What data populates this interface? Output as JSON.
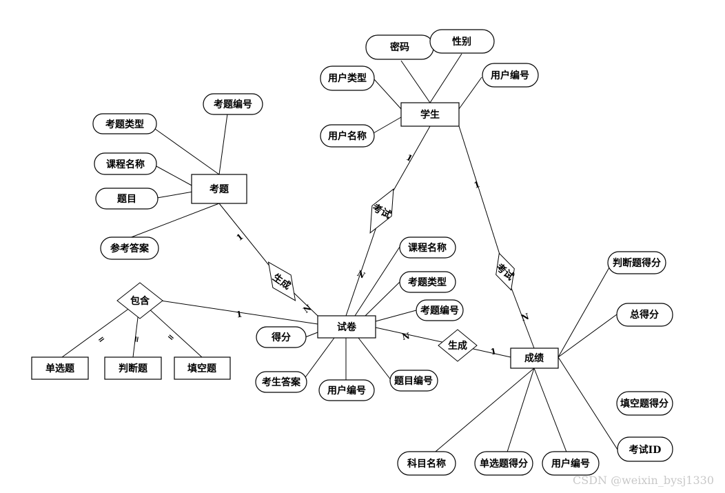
{
  "entities": {
    "student": "学生",
    "question": "考题",
    "paper": "试卷",
    "score": "成绩",
    "single_choice": "单选题",
    "judgment": "判断题",
    "fill_blank": "填空题"
  },
  "relationships": {
    "exam_student_paper": "考试",
    "generate_question_paper": "生成",
    "exam_student_score": "考试",
    "generate_paper_score": "生成",
    "contains": "包含"
  },
  "attributes": {
    "password": "密码",
    "gender": "性别",
    "user_type": "用户类型",
    "user_id_student": "用户编号",
    "user_name": "用户名称",
    "question_id": "考题编号",
    "question_type": "考题类型",
    "course_name": "课程名称",
    "question_text": "题目",
    "reference_answer": "参考答案",
    "paper_course_name": "课程名称",
    "paper_question_type": "考题类型",
    "paper_question_id": "考题编号",
    "paper_score": "得分",
    "paper_question_no": "题目编号",
    "examinee_answer": "考生答案",
    "paper_user_id": "用户编号",
    "judgment_score": "判断题得分",
    "total_score": "总得分",
    "fill_blank_score": "填空题得分",
    "exam_id": "考试ID",
    "subject_name": "科目名称",
    "single_choice_score": "单选题得分",
    "score_user_id": "用户编号"
  },
  "cardinalities": {
    "one": "1",
    "many": "N",
    "double_line": "="
  },
  "watermark": "CSDN @weixin_bysj1330"
}
